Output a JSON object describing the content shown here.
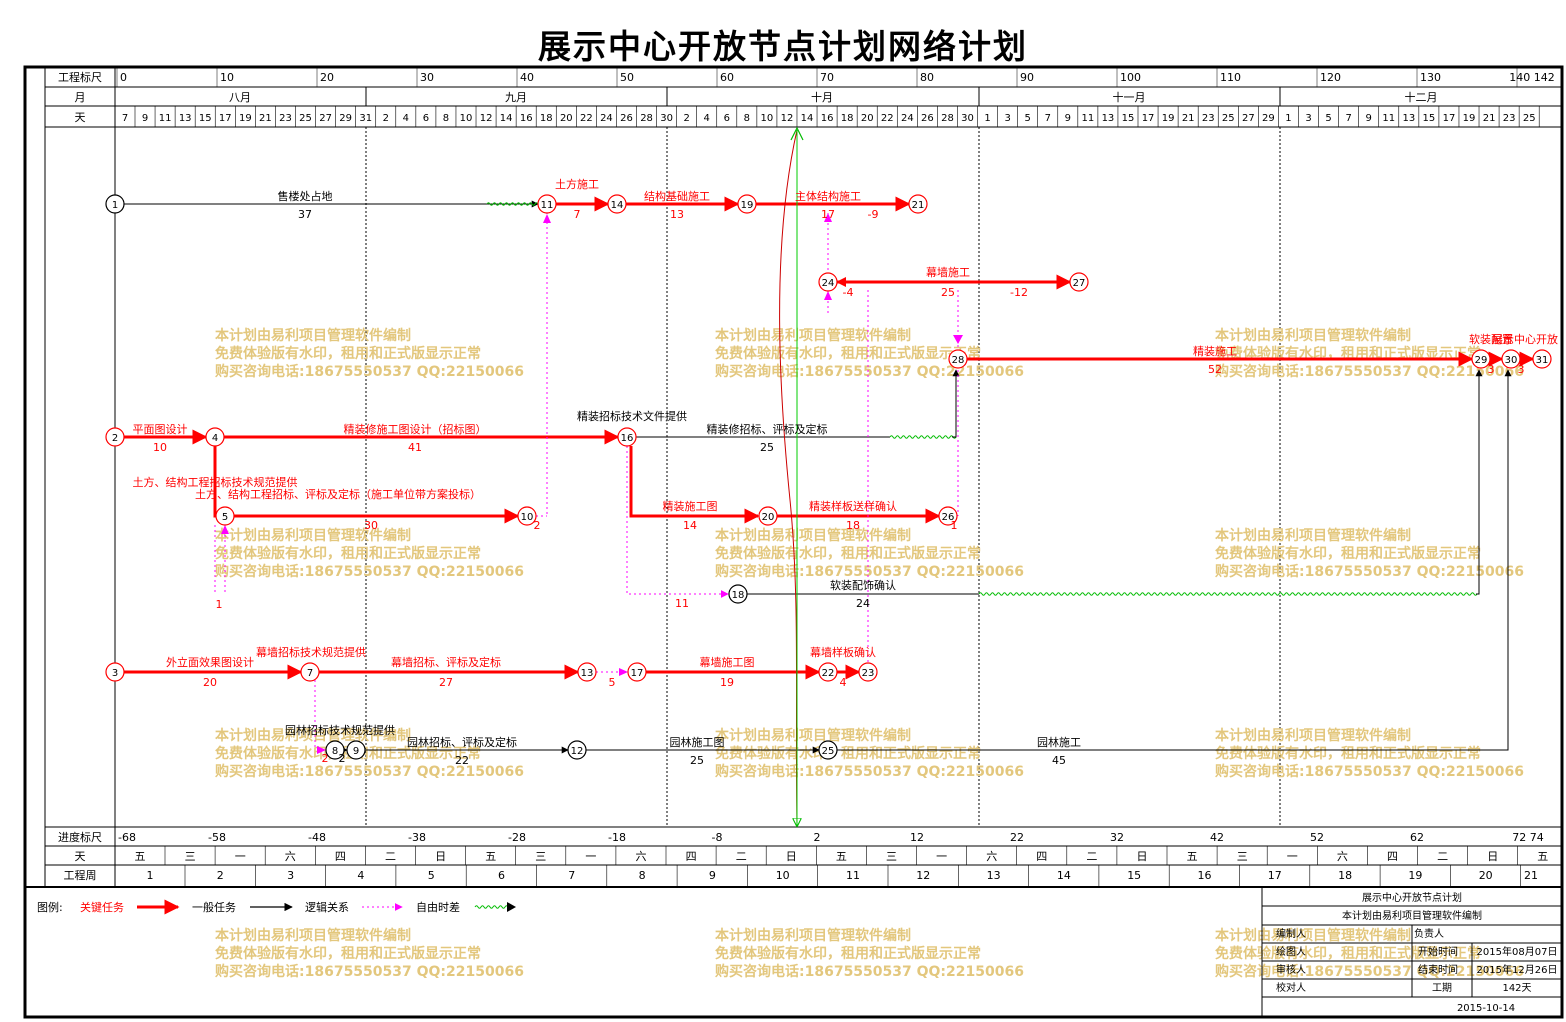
{
  "title": "展示中心开放节点计划网络计划",
  "scale": {
    "top_label": "工程标尺",
    "top_ticks": [
      "0",
      "10",
      "20",
      "30",
      "40",
      "50",
      "60",
      "70",
      "80",
      "90",
      "100",
      "110",
      "120",
      "130",
      "140 142"
    ],
    "month_label": "月",
    "months": [
      "八月",
      "九月",
      "十月",
      "十一月",
      "十二月"
    ],
    "day_label": "天",
    "days": [
      "7",
      "9",
      "11",
      "13",
      "15",
      "17",
      "19",
      "21",
      "23",
      "25",
      "27",
      "29",
      "31",
      "2",
      "4",
      "6",
      "8",
      "10",
      "12",
      "14",
      "16",
      "18",
      "20",
      "22",
      "24",
      "26",
      "28",
      "30",
      "2",
      "4",
      "6",
      "8",
      "10",
      "12",
      "14",
      "16",
      "18",
      "20",
      "22",
      "24",
      "26",
      "28",
      "30",
      "1",
      "3",
      "5",
      "7",
      "9",
      "11",
      "13",
      "15",
      "17",
      "19",
      "21",
      "23",
      "25",
      "27",
      "29",
      "1",
      "3",
      "5",
      "7",
      "9",
      "11",
      "13",
      "15",
      "17",
      "19",
      "21",
      "23",
      "25"
    ],
    "progress_label": "进度标尺",
    "progress_ticks": [
      "-68",
      "-58",
      "-48",
      "-38",
      "-28",
      "-18",
      "-8",
      "2",
      "12",
      "22",
      "32",
      "42",
      "52",
      "62",
      "72 74"
    ],
    "weekday_label": "天",
    "weekdays": [
      "五",
      "三",
      "一",
      "六",
      "四",
      "二",
      "日",
      "五",
      "三",
      "一",
      "六",
      "四",
      "二",
      "日",
      "五",
      "三",
      "一",
      "六",
      "四",
      "二",
      "日",
      "五",
      "三",
      "一",
      "六",
      "四",
      "二",
      "日",
      "五"
    ],
    "week_label": "工程周",
    "weeks": [
      "1",
      "2",
      "3",
      "4",
      "5",
      "6",
      "7",
      "8",
      "9",
      "10",
      "11",
      "12",
      "13",
      "14",
      "15",
      "16",
      "17",
      "18",
      "19",
      "20",
      "21"
    ]
  },
  "tasks": {
    "t1_11": {
      "name": "售楼处占地",
      "dur": "37"
    },
    "t11_14": {
      "name": "土方施工",
      "dur": "7"
    },
    "t14_19": {
      "name": "结构基础施工",
      "dur": "13"
    },
    "t19_21": {
      "name": "主体结构施工",
      "dur": "17",
      "slack": "-9"
    },
    "t24_27": {
      "name": "幕墙施工",
      "dur": "25",
      "slack": "-12"
    },
    "t24_slack": "-4",
    "t28_29": {
      "name": "精装施工",
      "dur": "52"
    },
    "t29_30": {
      "name": "软装配置",
      "dur": "3"
    },
    "t30_31": {
      "name": "展示中心开放",
      "dur": "3"
    },
    "t2_4": {
      "name": "平面图设计",
      "dur": "10"
    },
    "t4_16": {
      "name": "精装修施工图设计（招标图）",
      "dur": "41"
    },
    "t16_label": "精装招标技术文件提供",
    "t16_28": {
      "name": "精装修招标、评标及定标",
      "dur": "25"
    },
    "t4_5": {
      "name": "土方、结构工程招标技术规范提供"
    },
    "t5_10": {
      "name": "土方、结构工程招标、评标及定标（施工单位带方案投标）",
      "dur": "30"
    },
    "t5_slack": "1",
    "t10_slack": "2",
    "t16_20": {
      "name": "精装施工图",
      "dur": "14"
    },
    "t20_26": {
      "name": "精装样板送样确认",
      "dur": "18"
    },
    "t26_slack": "1",
    "t16_18_slack": "11",
    "t18_29": {
      "name": "软装配饰确认",
      "dur": "24"
    },
    "t3_7": {
      "name": "外立面效果图设计",
      "dur": "20"
    },
    "t7_label": "幕墙招标技术规范提供",
    "t7_13": {
      "name": "幕墙招标、评标及定标",
      "dur": "27"
    },
    "t13_17_slack": "5",
    "t17_22": {
      "name": "幕墙施工图",
      "dur": "19"
    },
    "t22_23": {
      "name": "幕墙样板确认",
      "dur": "4"
    },
    "t8_label": "园林招标技术规范提供",
    "t8_9_dur": "2",
    "t8_slack": "2",
    "t9_12": {
      "name": "园林招标、评标及定标",
      "dur": "22"
    },
    "t12_25": {
      "name": "园林施工图",
      "dur": "25"
    },
    "t25_30": {
      "name": "园林施工",
      "dur": "45"
    }
  },
  "nodes": [
    "1",
    "11",
    "14",
    "19",
    "21",
    "24",
    "27",
    "28",
    "29",
    "30",
    "31",
    "2",
    "4",
    "16",
    "5",
    "10",
    "20",
    "26",
    "18",
    "3",
    "7",
    "13",
    "17",
    "22",
    "23",
    "8",
    "9",
    "12",
    "25"
  ],
  "watermark": {
    "line1": "本计划由易利项目管理软件编制",
    "line2": "免费体验版有水印，租用和正式版显示正常",
    "line3": "购买咨询电话:18675550537 QQ:22150066"
  },
  "legend": {
    "label": "图例:",
    "critical": "关键任务",
    "normal": "一般任务",
    "logic": "逻辑关系",
    "free_float": "自由时差"
  },
  "titleblock": {
    "plan_name": "展示中心开放节点计划",
    "software": "本计划由易利项目管理软件编制",
    "editor": "编制人",
    "owner": "负责人",
    "drafter": "绘图人",
    "start_label": "开始时间",
    "start_value": "2015年08月07日",
    "reviewer": "审核人",
    "end_label": "结束时间",
    "end_value": "2015年12月26日",
    "checker": "校对人",
    "duration_label": "工期",
    "duration_value": "142天",
    "date": "2015-10-14"
  },
  "colors": {
    "critical": "#ff0000",
    "normal": "#000000",
    "free_float_dotted": "#ff00ff",
    "wave_float": "#00cc00",
    "check_line": "#00cc00",
    "watermark": "#e3c77d"
  }
}
